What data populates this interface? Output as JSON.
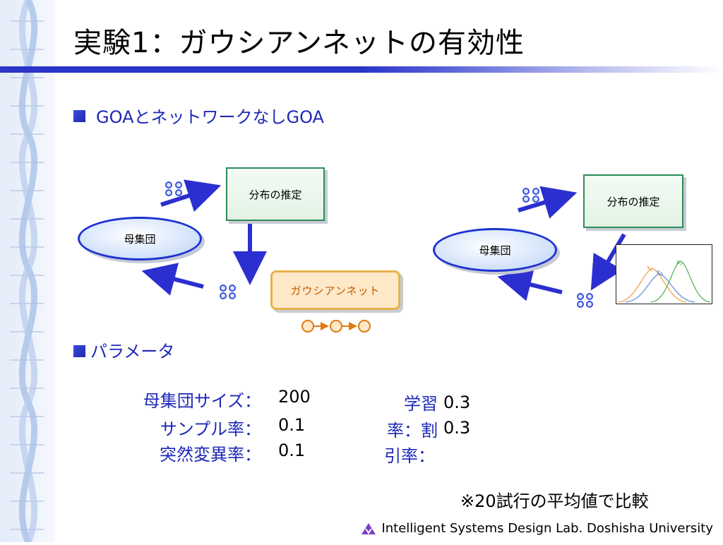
{
  "slide": {
    "title": "実験1：ガウシアンネットの有効性",
    "bullet1": "GOAとネットワークなしGOA",
    "bullet2": "パラメータ",
    "note": "※20試行の平均値で比較",
    "footer": "Intelligent Systems Design Lab. Doshisha University"
  },
  "diagram_left": {
    "population": "母集団",
    "estimate": "分布の推定",
    "gaussian_net": "ガウシアンネット"
  },
  "diagram_right": {
    "population": "母集団",
    "estimate": "分布の推定",
    "graph_labels": {
      "a": "x",
      "a_sub": "a",
      "b": "x",
      "b_sub": "b",
      "c": "x",
      "c_sub": "c"
    }
  },
  "params": {
    "pop_size_label": "母集団サイズ：",
    "pop_size_value": "200",
    "sample_rate_label": "サンプル率：",
    "sample_rate_value": "0.1",
    "mutation_rate_label": "突然変異率：",
    "mutation_rate_value": "0.1",
    "learn_label_1": "学習",
    "learn_value_1": "0.3",
    "learn_label_2": "率：割",
    "learn_value_2": "0.3",
    "learn_label_3": "引率："
  },
  "colors": {
    "accent_blue": "#1d28b8",
    "arrow_blue": "#2b2fd0",
    "box_green": "#2f8a5a",
    "gaussian_orange": "#e6b24a"
  }
}
